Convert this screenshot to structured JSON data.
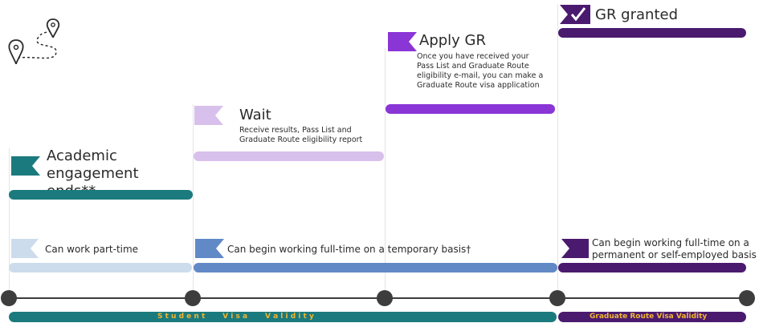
{
  "icons": {
    "route_map": "map-pins-route-icon",
    "check": "checkmark-icon"
  },
  "colors": {
    "teal": "#1b7a7d",
    "light_purple": "#d8c0ec",
    "purple": "#8a35d6",
    "dark_purple": "#4a1a6e",
    "light_blue": "#cddcec",
    "blue": "#6189c6",
    "gold": "#f2b632"
  },
  "stages": {
    "academic": {
      "title": "Academic engagement ends**"
    },
    "wait": {
      "title": "Wait",
      "description": "Receive results, Pass List and Graduate Route eligibility report"
    },
    "apply": {
      "title": "Apply GR",
      "description": "Once you have received your Pass List and Graduate Route eligibility e-mail, you can make a Graduate Route visa application"
    },
    "granted": {
      "title": "GR granted"
    }
  },
  "work": {
    "part_time": "Can work part-time",
    "full_time_temp": "Can begin working full-time on a temporary basis†",
    "full_time_perm": "Can begin working full-time on a permanent or self-employed basis"
  },
  "validity": {
    "student": "S t u d e n t       V i s a       V a l i d i t y",
    "graduate": "Graduate Route Visa Validity"
  }
}
